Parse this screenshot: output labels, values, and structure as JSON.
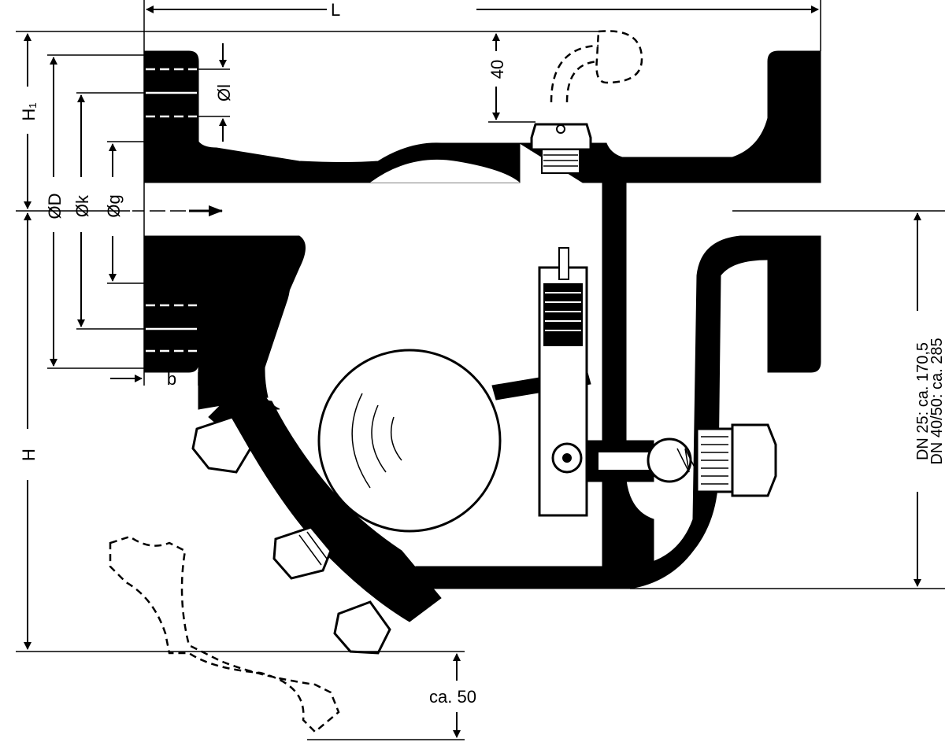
{
  "title": "Float trap dimension drawing",
  "dimensions": {
    "length": "L",
    "height_upper": "H₁",
    "height": "H",
    "flange_diameter": "ØD",
    "bolt_circle_diameter": "Øk",
    "raised_face_diameter": "Øg",
    "bolt_hole_diameter": "Øl",
    "flange_thickness": "b",
    "vent_clearance": "40",
    "drain_clearance": "ca. 50",
    "outlet_height_dn25": "DN 25: ca. 170,5",
    "outlet_height_dn40_50": "DN 40/50: ca. 285"
  },
  "colors": {
    "ink": "#000000",
    "paper": "#ffffff"
  }
}
